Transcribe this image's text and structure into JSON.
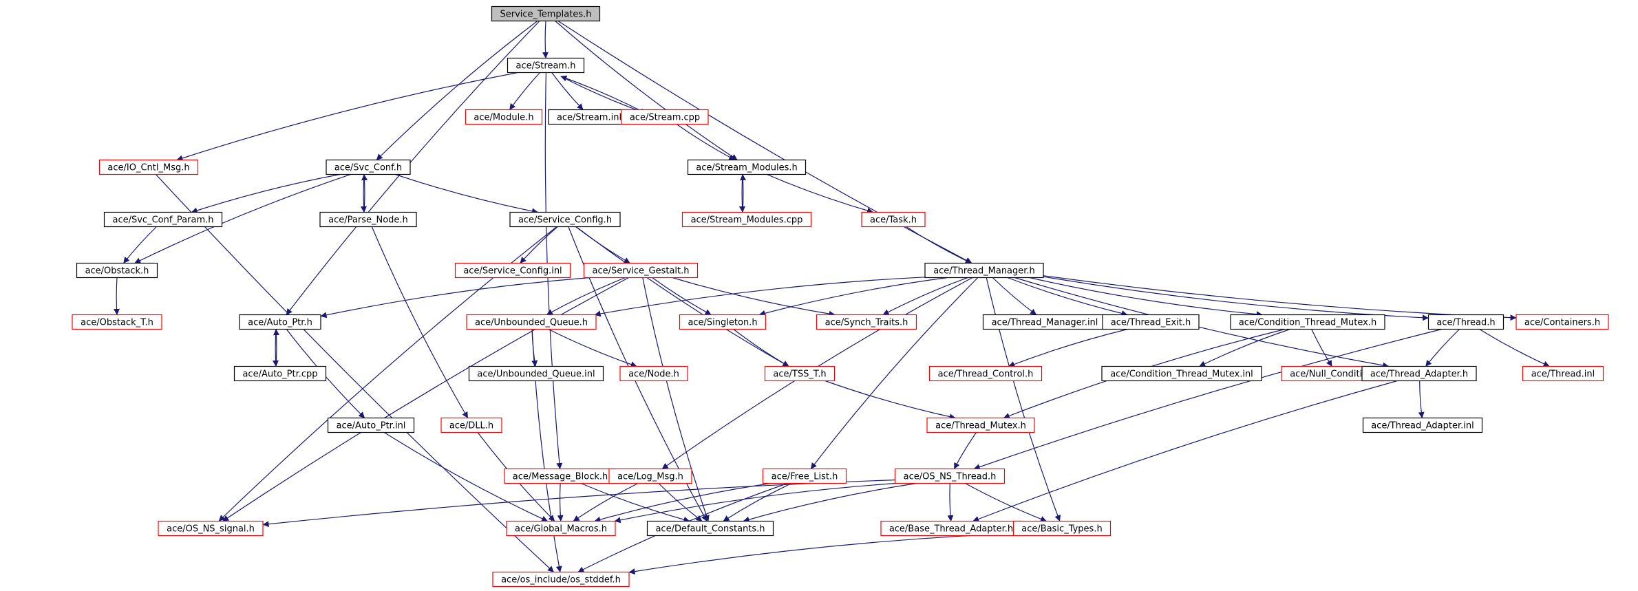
{
  "title": "Service_Templates.h",
  "colors": {
    "edge": "#191970",
    "documented_border": "#000000",
    "undocumented_border": "#ff0000",
    "root_fill": "#bfbfbf",
    "node_fill": "#ffffff"
  },
  "nodes": [
    {
      "id": "service_templates_h",
      "label": "Service_Templates.h",
      "style": "root"
    },
    {
      "id": "stream_h",
      "label": "ace/Stream.h",
      "style": "black"
    },
    {
      "id": "module_h",
      "label": "ace/Module.h",
      "style": "red"
    },
    {
      "id": "stream_inl",
      "label": "ace/Stream.inl",
      "style": "black"
    },
    {
      "id": "stream_cpp",
      "label": "ace/Stream.cpp",
      "style": "red"
    },
    {
      "id": "io_cntl_msg_h",
      "label": "ace/IO_Cntl_Msg.h",
      "style": "red"
    },
    {
      "id": "svc_conf_h",
      "label": "ace/Svc_Conf.h",
      "style": "black"
    },
    {
      "id": "stream_modules_h",
      "label": "ace/Stream_Modules.h",
      "style": "black"
    },
    {
      "id": "svc_conf_param_h",
      "label": "ace/Svc_Conf_Param.h",
      "style": "black"
    },
    {
      "id": "parse_node_h",
      "label": "ace/Parse_Node.h",
      "style": "black"
    },
    {
      "id": "service_config_h",
      "label": "ace/Service_Config.h",
      "style": "black"
    },
    {
      "id": "stream_modules_cpp",
      "label": "ace/Stream_Modules.cpp",
      "style": "red"
    },
    {
      "id": "task_h",
      "label": "ace/Task.h",
      "style": "red"
    },
    {
      "id": "obstack_h",
      "label": "ace/Obstack.h",
      "style": "black"
    },
    {
      "id": "service_config_inl",
      "label": "ace/Service_Config.inl",
      "style": "red"
    },
    {
      "id": "service_gestalt_h",
      "label": "ace/Service_Gestalt.h",
      "style": "red"
    },
    {
      "id": "thread_manager_h",
      "label": "ace/Thread_Manager.h",
      "style": "black"
    },
    {
      "id": "obstack_t_h",
      "label": "ace/Obstack_T.h",
      "style": "red"
    },
    {
      "id": "auto_ptr_h",
      "label": "ace/Auto_Ptr.h",
      "style": "black"
    },
    {
      "id": "unbounded_queue_h",
      "label": "ace/Unbounded_Queue.h",
      "style": "red"
    },
    {
      "id": "singleton_h",
      "label": "ace/Singleton.h",
      "style": "red"
    },
    {
      "id": "synch_traits_h",
      "label": "ace/Synch_Traits.h",
      "style": "red"
    },
    {
      "id": "thread_manager_inl",
      "label": "ace/Thread_Manager.inl",
      "style": "black"
    },
    {
      "id": "thread_exit_h",
      "label": "ace/Thread_Exit.h",
      "style": "black"
    },
    {
      "id": "condition_thread_mutex_h",
      "label": "ace/Condition_Thread_Mutex.h",
      "style": "black"
    },
    {
      "id": "thread_h",
      "label": "ace/Thread.h",
      "style": "black"
    },
    {
      "id": "containers_h",
      "label": "ace/Containers.h",
      "style": "red"
    },
    {
      "id": "auto_ptr_cpp",
      "label": "ace/Auto_Ptr.cpp",
      "style": "black"
    },
    {
      "id": "unbounded_queue_inl",
      "label": "ace/Unbounded_Queue.inl",
      "style": "black"
    },
    {
      "id": "node_h",
      "label": "ace/Node.h",
      "style": "red"
    },
    {
      "id": "tss_t_h",
      "label": "ace/TSS_T.h",
      "style": "red"
    },
    {
      "id": "thread_control_h",
      "label": "ace/Thread_Control.h",
      "style": "red"
    },
    {
      "id": "condition_thread_mutex_inl",
      "label": "ace/Condition_Thread_Mutex.inl",
      "style": "black"
    },
    {
      "id": "null_condition_h",
      "label": "ace/Null_Condition.h",
      "style": "red"
    },
    {
      "id": "thread_adapter_h",
      "label": "ace/Thread_Adapter.h",
      "style": "black"
    },
    {
      "id": "thread_inl",
      "label": "ace/Thread.inl",
      "style": "red"
    },
    {
      "id": "auto_ptr_inl",
      "label": "ace/Auto_Ptr.inl",
      "style": "black"
    },
    {
      "id": "dll_h",
      "label": "ace/DLL.h",
      "style": "red"
    },
    {
      "id": "thread_mutex_h",
      "label": "ace/Thread_Mutex.h",
      "style": "red"
    },
    {
      "id": "thread_adapter_inl",
      "label": "ace/Thread_Adapter.inl",
      "style": "black"
    },
    {
      "id": "message_block_h",
      "label": "ace/Message_Block.h",
      "style": "red"
    },
    {
      "id": "log_msg_h",
      "label": "ace/Log_Msg.h",
      "style": "red"
    },
    {
      "id": "free_list_h",
      "label": "ace/Free_List.h",
      "style": "red"
    },
    {
      "id": "os_ns_thread_h",
      "label": "ace/OS_NS_Thread.h",
      "style": "red"
    },
    {
      "id": "os_ns_signal_h",
      "label": "ace/OS_NS_signal.h",
      "style": "red"
    },
    {
      "id": "global_macros_h",
      "label": "ace/Global_Macros.h",
      "style": "red"
    },
    {
      "id": "default_constants_h",
      "label": "ace/Default_Constants.h",
      "style": "black"
    },
    {
      "id": "base_thread_adapter_h",
      "label": "ace/Base_Thread_Adapter.h",
      "style": "red"
    },
    {
      "id": "basic_types_h",
      "label": "ace/Basic_Types.h",
      "style": "red"
    },
    {
      "id": "os_stddef_h",
      "label": "ace/os_include/os_stddef.h",
      "style": "red"
    }
  ],
  "edges": [
    [
      "service_templates_h",
      "stream_h"
    ],
    [
      "service_templates_h",
      "svc_conf_h"
    ],
    [
      "service_templates_h",
      "stream_modules_h"
    ],
    [
      "service_templates_h",
      "thread_manager_h"
    ],
    [
      "service_templates_h",
      "auto_ptr_h"
    ],
    [
      "stream_h",
      "module_h"
    ],
    [
      "stream_h",
      "stream_inl"
    ],
    [
      "stream_h",
      "stream_cpp"
    ],
    [
      "stream_cpp",
      "stream_h"
    ],
    [
      "stream_h",
      "io_cntl_msg_h"
    ],
    [
      "stream_h",
      "message_block_h"
    ],
    [
      "stream_cpp",
      "stream_modules_h"
    ],
    [
      "io_cntl_msg_h",
      "os_stddef_h"
    ],
    [
      "svc_conf_h",
      "svc_conf_param_h"
    ],
    [
      "svc_conf_h",
      "parse_node_h"
    ],
    [
      "parse_node_h",
      "svc_conf_h"
    ],
    [
      "svc_conf_h",
      "service_config_h"
    ],
    [
      "svc_conf_h",
      "obstack_h"
    ],
    [
      "svc_conf_param_h",
      "obstack_h"
    ],
    [
      "obstack_h",
      "obstack_t_h"
    ],
    [
      "parse_node_h",
      "dll_h"
    ],
    [
      "stream_modules_h",
      "stream_modules_cpp"
    ],
    [
      "stream_modules_cpp",
      "stream_modules_h"
    ],
    [
      "stream_modules_h",
      "task_h"
    ],
    [
      "task_h",
      "thread_manager_h"
    ],
    [
      "service_config_h",
      "service_config_inl"
    ],
    [
      "service_config_h",
      "service_gestalt_h"
    ],
    [
      "service_config_h",
      "tss_t_h"
    ],
    [
      "service_config_h",
      "default_constants_h"
    ],
    [
      "service_config_h",
      "os_ns_signal_h"
    ],
    [
      "service_gestalt_h",
      "auto_ptr_h"
    ],
    [
      "service_gestalt_h",
      "unbounded_queue_h"
    ],
    [
      "service_gestalt_h",
      "singleton_h"
    ],
    [
      "service_gestalt_h",
      "synch_traits_h"
    ],
    [
      "service_gestalt_h",
      "default_constants_h"
    ],
    [
      "service_gestalt_h",
      "os_ns_signal_h"
    ],
    [
      "auto_ptr_h",
      "auto_ptr_cpp"
    ],
    [
      "auto_ptr_cpp",
      "auto_ptr_h"
    ],
    [
      "auto_ptr_h",
      "auto_ptr_inl"
    ],
    [
      "auto_ptr_inl",
      "global_macros_h"
    ],
    [
      "dll_h",
      "global_macros_h"
    ],
    [
      "unbounded_queue_h",
      "unbounded_queue_inl"
    ],
    [
      "unbounded_queue_h",
      "node_h"
    ],
    [
      "unbounded_queue_h",
      "os_stddef_h"
    ],
    [
      "singleton_h",
      "tss_t_h"
    ],
    [
      "tss_t_h",
      "thread_mutex_h"
    ],
    [
      "thread_manager_h",
      "unbounded_queue_h"
    ],
    [
      "thread_manager_h",
      "singleton_h"
    ],
    [
      "thread_manager_h",
      "synch_traits_h"
    ],
    [
      "thread_manager_h",
      "thread_manager_inl"
    ],
    [
      "thread_manager_h",
      "thread_exit_h"
    ],
    [
      "thread_manager_h",
      "condition_thread_mutex_h"
    ],
    [
      "thread_manager_h",
      "thread_h"
    ],
    [
      "thread_manager_h",
      "containers_h"
    ],
    [
      "thread_manager_h",
      "thread_adapter_h"
    ],
    [
      "thread_manager_h",
      "log_msg_h"
    ],
    [
      "thread_manager_h",
      "free_list_h"
    ],
    [
      "thread_manager_h",
      "basic_types_h"
    ],
    [
      "thread_exit_h",
      "thread_control_h"
    ],
    [
      "condition_thread_mutex_h",
      "condition_thread_mutex_inl"
    ],
    [
      "condition_thread_mutex_h",
      "null_condition_h"
    ],
    [
      "condition_thread_mutex_h",
      "thread_mutex_h"
    ],
    [
      "thread_h",
      "thread_adapter_h"
    ],
    [
      "thread_h",
      "thread_inl"
    ],
    [
      "thread_h",
      "os_ns_thread_h"
    ],
    [
      "thread_adapter_h",
      "thread_adapter_inl"
    ],
    [
      "thread_adapter_h",
      "base_thread_adapter_h"
    ],
    [
      "thread_mutex_h",
      "os_ns_thread_h"
    ],
    [
      "message_block_h",
      "global_macros_h"
    ],
    [
      "message_block_h",
      "default_constants_h"
    ],
    [
      "log_msg_h",
      "global_macros_h"
    ],
    [
      "log_msg_h",
      "default_constants_h"
    ],
    [
      "free_list_h",
      "global_macros_h"
    ],
    [
      "free_list_h",
      "default_constants_h"
    ],
    [
      "free_list_h",
      "os_stddef_h"
    ],
    [
      "os_ns_thread_h",
      "os_ns_signal_h"
    ],
    [
      "os_ns_thread_h",
      "global_macros_h"
    ],
    [
      "os_ns_thread_h",
      "default_constants_h"
    ],
    [
      "os_ns_thread_h",
      "base_thread_adapter_h"
    ],
    [
      "os_ns_thread_h",
      "basic_types_h"
    ],
    [
      "basic_types_h",
      "os_stddef_h"
    ]
  ]
}
